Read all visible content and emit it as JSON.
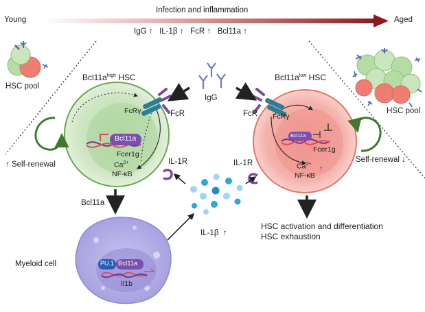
{
  "header": {
    "young": "Young",
    "aged": "Aged",
    "arrow_title": "Infection and inflammation",
    "markers": [
      "IgG",
      "IL-1β",
      "FcR",
      "Bcl11a"
    ],
    "marker_arrow": "↑"
  },
  "left": {
    "hsc_pool": "HSC pool",
    "cell_title_main": "Bcl11a",
    "cell_title_sup": "high",
    "cell_title_end": " HSC",
    "self_renewal_prefix": "↑",
    "self_renewal": "Self-renewal",
    "fcry": "FcRγ",
    "fcr": "FcR",
    "bcl11a_box": "Bcl11a",
    "fcer1g": "Fcer1g",
    "ca": "Ca",
    "ca_sup": "2+",
    "nfkb": "NF-κB",
    "il1r": "IL-1R",
    "bcl11a_label": "Bcl11a"
  },
  "center": {
    "igg": "IgG",
    "il1b": "IL-1β",
    "il1b_arrow": "↑"
  },
  "right": {
    "cell_title_main": "Bcl11a",
    "cell_title_sup": "low",
    "cell_title_end": " HSC",
    "hsc_pool": "HSC pool",
    "self_renewal": "Self-renewal",
    "self_renewal_suffix": "↓",
    "fcr": "FcR",
    "fcry": "FcRγ",
    "bcl11a_box": "Bcl11a",
    "fcer1g": "Fcer1g",
    "ca": "Ca",
    "ca_sup": "2+",
    "nfkb": "NF-κB",
    "up": "↑",
    "il1r": "IL-1R",
    "outcome_1": "HSC activation and differentiation",
    "outcome_2": "HSC exhaustion"
  },
  "myeloid": {
    "label": "Myeloid cell",
    "pu1": "PU.1",
    "bcl11a": "Bcl11a",
    "il1b_gene": "Il1b"
  },
  "colors": {
    "arrow_dark": "#8b1a1f",
    "green_cell": "#d8ecd0",
    "green_border": "#6aa84f",
    "red_cell": "#f6b8b3",
    "red_border": "#e57368",
    "purple_receptor": "#7a4a9c",
    "myeloid": "#b9b4e6",
    "dots": "#2aa9d8"
  }
}
